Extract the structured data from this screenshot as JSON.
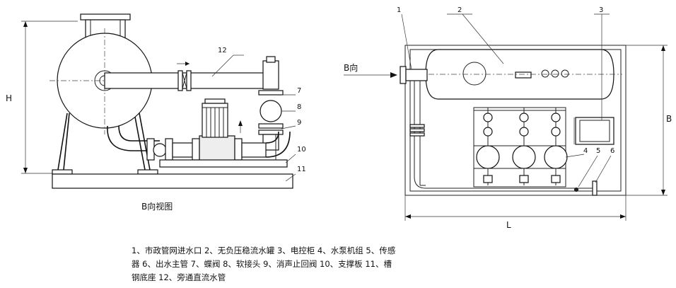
{
  "left_view": {
    "caption": "B向视图",
    "dimension_h": "H",
    "callouts": [
      "12",
      "7",
      "8",
      "9",
      "10",
      "11"
    ]
  },
  "right_view": {
    "direction_label": "B向",
    "dimension_b": "B",
    "dimension_l": "L",
    "callouts": [
      "1",
      "2",
      "3",
      "4",
      "5",
      "6"
    ]
  },
  "legend": {
    "line1": "1、市政管网进水口 2、无负压稳流水罐 3、电控柜 4、水泵机组 5、传感",
    "line2": "器 6、出水主管  7、蝶阀 8、软接头 9、消声止回阀 10、支撑板 11、槽",
    "line3": "钢底座 12、旁通直流水管"
  }
}
